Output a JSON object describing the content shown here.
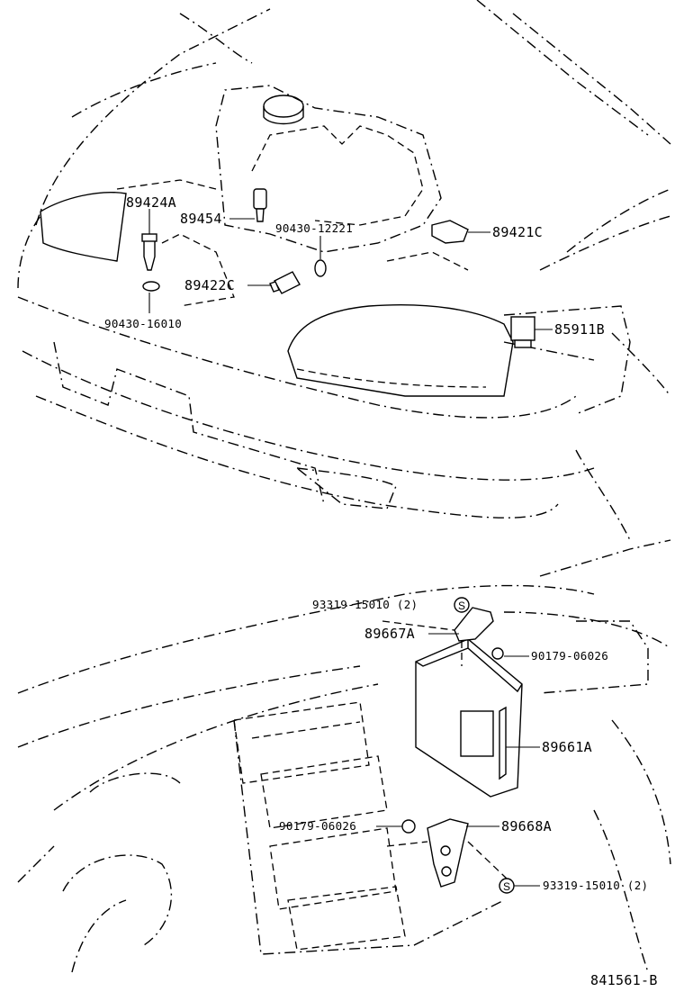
{
  "diagram": {
    "figure_id": "841561-B",
    "engine_bay_parts": [
      {
        "id": "p1",
        "label": "89424A"
      },
      {
        "id": "p2",
        "label": "89454"
      },
      {
        "id": "p3",
        "label": "90430-12221"
      },
      {
        "id": "p4",
        "label": "89421C"
      },
      {
        "id": "p5",
        "label": "89422C"
      },
      {
        "id": "p6",
        "label": "90430-16010"
      },
      {
        "id": "p7",
        "label": "85911B"
      }
    ],
    "dash_parts": [
      {
        "id": "p8",
        "label": "93319-15010 (2)"
      },
      {
        "id": "p9",
        "label": "89667A"
      },
      {
        "id": "p10",
        "label": "90179-06026"
      },
      {
        "id": "p11",
        "label": "89661A"
      },
      {
        "id": "p12",
        "label": "90179-06026"
      },
      {
        "id": "p13",
        "label": "89668A"
      },
      {
        "id": "p14",
        "label": "93319-15010 (2)"
      }
    ],
    "screw_symbol": "S"
  }
}
